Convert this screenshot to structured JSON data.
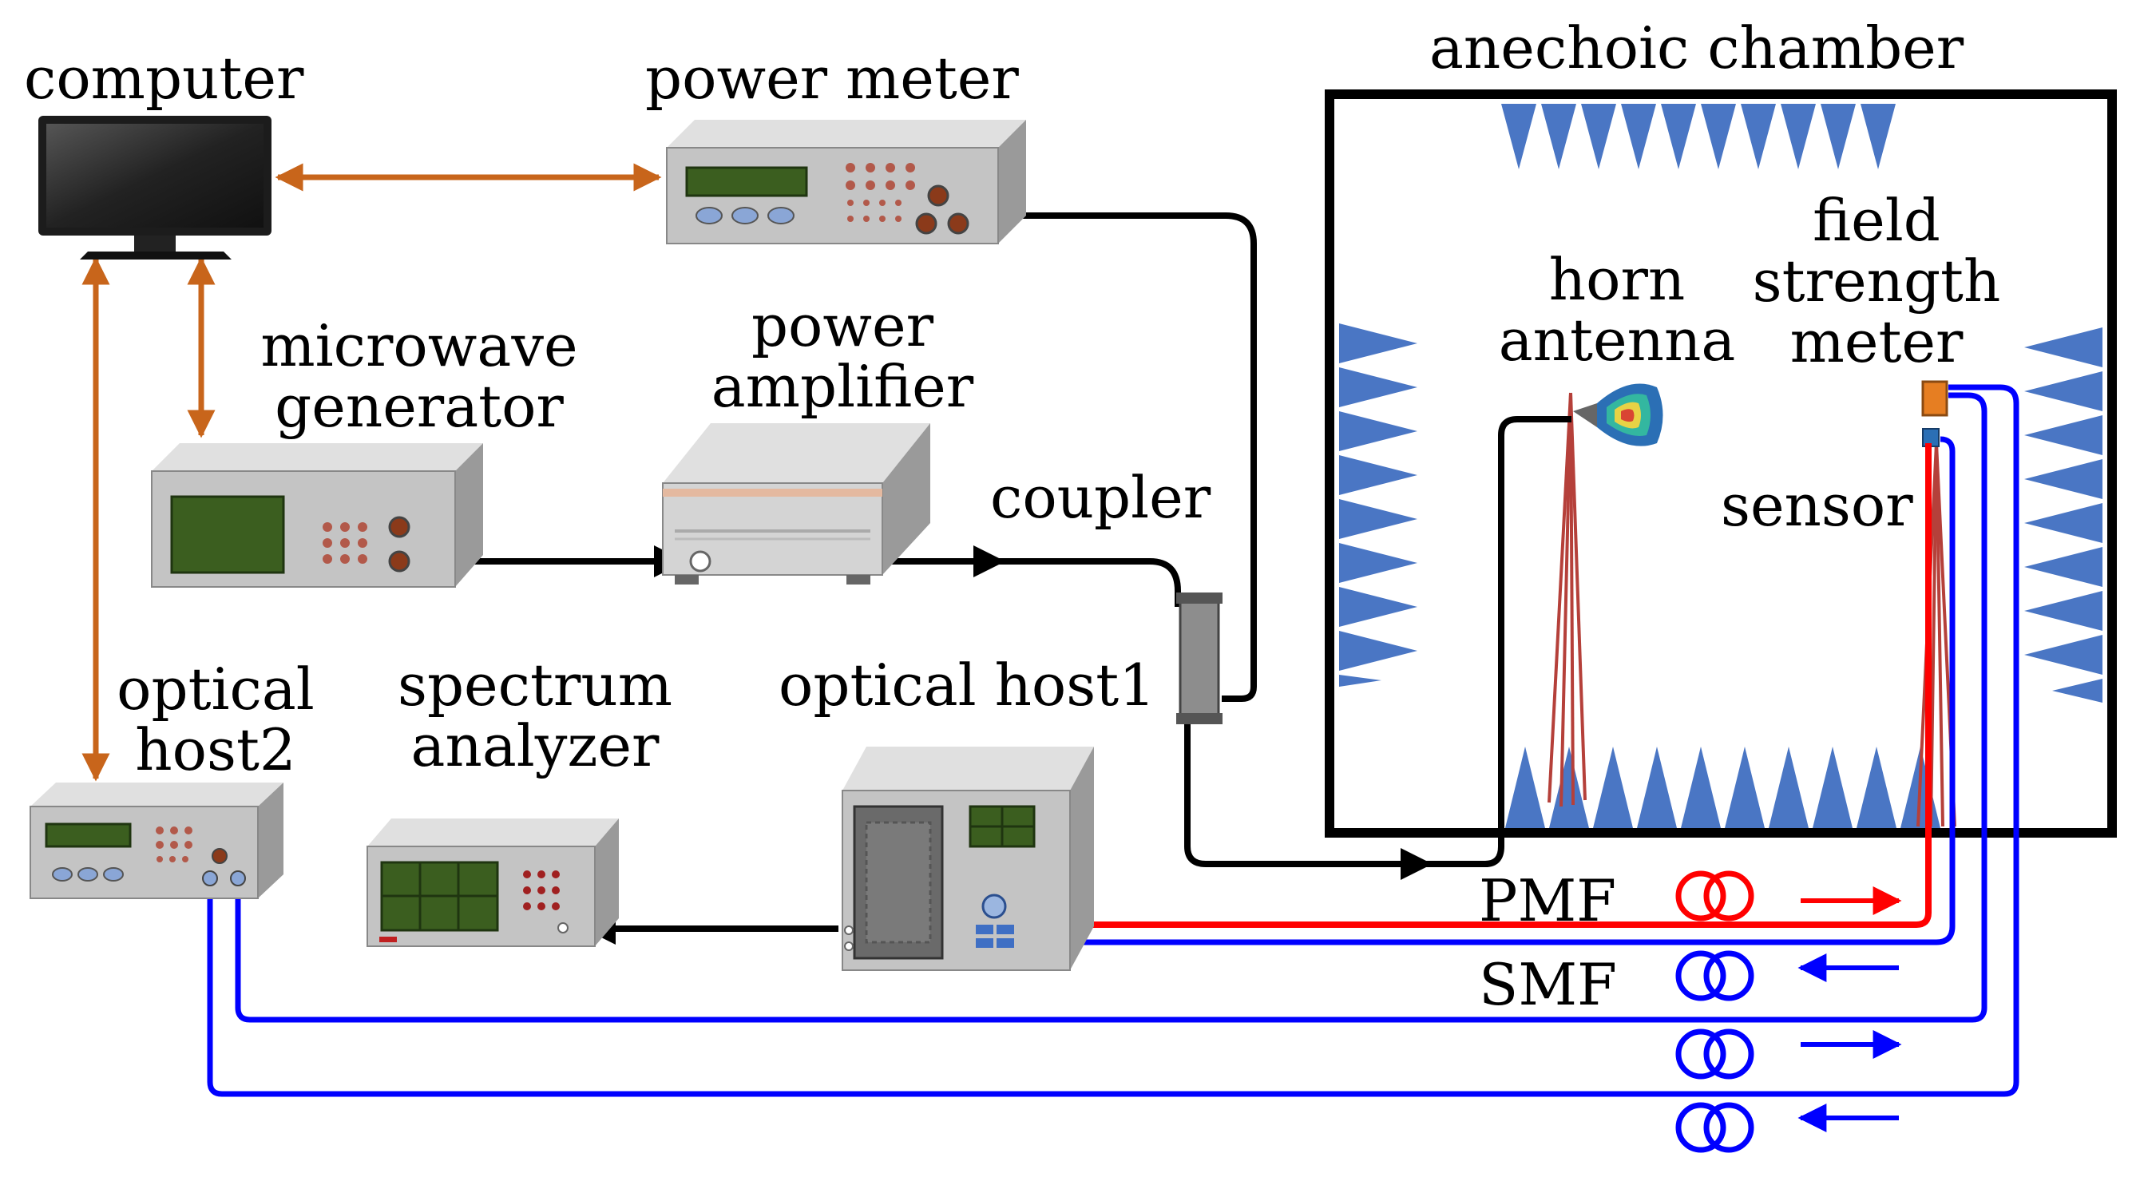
{
  "labels": {
    "computer": "computer",
    "power_meter": "power meter",
    "microwave_line1": "microwave",
    "microwave_line2": "generator",
    "power_amp_line1": "power",
    "power_amp_line2": "amplifier",
    "coupler": "coupler",
    "optical_host2_line1": "optical",
    "optical_host2_line2": "host2",
    "spectrum_line1": "spectrum",
    "spectrum_line2": "analyzer",
    "optical_host1": "optical host1",
    "anechoic_chamber": "anechoic chamber",
    "horn_line1": "horn",
    "horn_line2": "antenna",
    "fsm_line1": "field",
    "fsm_line2": "strength",
    "fsm_line3": "meter",
    "sensor": "sensor",
    "pmf": "PMF",
    "smf": "SMF"
  },
  "colors": {
    "control_link": "#c8651b",
    "rf_cable": "#000000",
    "pmf_fiber": "#ff0000",
    "smf_fiber": "#0000ff",
    "absorber": "#4a76c4",
    "instrument_body": "#c6c6c6",
    "display": "#3b5e1f"
  },
  "icons": {
    "computer": "monitor-icon",
    "instruments": "bench-instrument-icon",
    "antenna": "horn-antenna-icon",
    "fiber": "fiber-coil-icon"
  }
}
